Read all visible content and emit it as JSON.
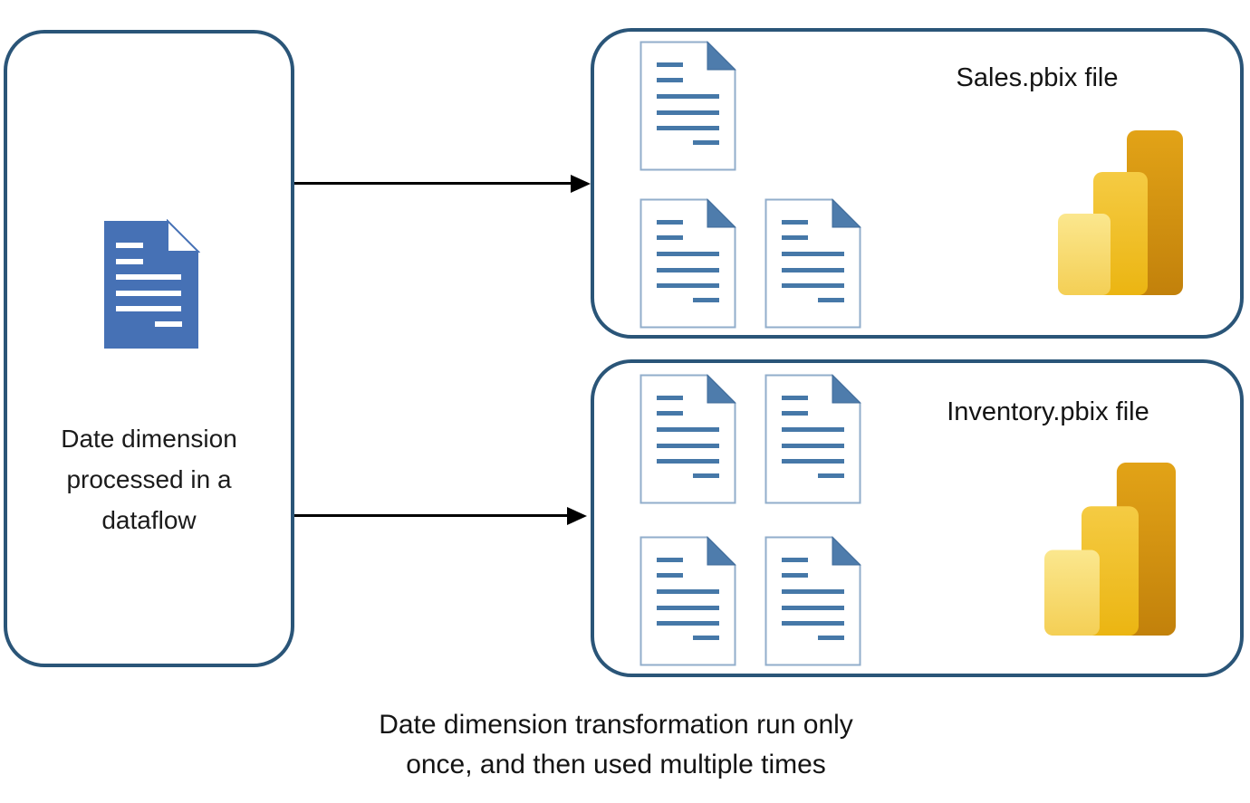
{
  "diagram": {
    "source_box": {
      "label": "Date dimension processed in a dataflow",
      "lines": [
        "Date dimension",
        "processed in a",
        "dataflow"
      ],
      "icon": "document-filled-icon"
    },
    "arrows": [
      {
        "from": "source_box",
        "to": "Sales.pbix file"
      },
      {
        "from": "source_box",
        "to": "Inventory.pbix file"
      }
    ],
    "targets": [
      {
        "label": "Sales.pbix file",
        "document_count": 3,
        "icon": "powerbi-logo-icon"
      },
      {
        "label": "Inventory.pbix file",
        "document_count": 4,
        "icon": "powerbi-logo-icon"
      }
    ],
    "caption": {
      "text": "Date dimension transformation run only once, and then used multiple times",
      "lines": [
        "Date dimension transformation run only",
        "once, and then used multiple times"
      ]
    },
    "colors": {
      "box_border": "#2A5578",
      "filled_doc_blue": "#4671B5",
      "doc_outline_blue": "#92AECB",
      "doc_line_blue": "#4678A8",
      "doc_fold_blue": "#4E7CAC",
      "arrow_black": "#000000",
      "powerbi_yellow_light": "#FBE78E",
      "powerbi_yellow_mid": "#F0C33A",
      "powerbi_amber_dark": "#D3930F"
    }
  }
}
